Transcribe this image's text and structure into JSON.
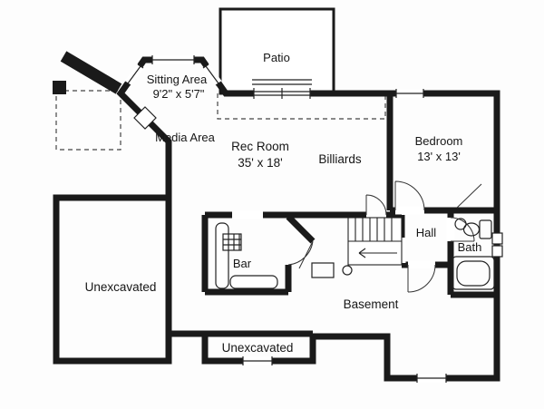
{
  "plan": {
    "rooms": {
      "patio": "Patio",
      "sitting_area": "Sitting Area",
      "sitting_area_dim": "9'2\" x 5'7\"",
      "media_area": "Media Area",
      "rec_room": "Rec Room",
      "rec_room_dim": "35' x 18'",
      "billiards": "Billiards",
      "bedroom": "Bedroom",
      "bedroom_dim": "13' x 13'",
      "hall": "Hall",
      "bath": "Bath",
      "bar": "Bar",
      "basement": "Basement",
      "unexcavated_left": "Unexcavated",
      "unexcavated_bottom": "Unexcavated"
    },
    "colors": {
      "wall": "#1a1a1a",
      "line": "#222222",
      "background": "#fdfdfd",
      "text": "#161616"
    }
  }
}
